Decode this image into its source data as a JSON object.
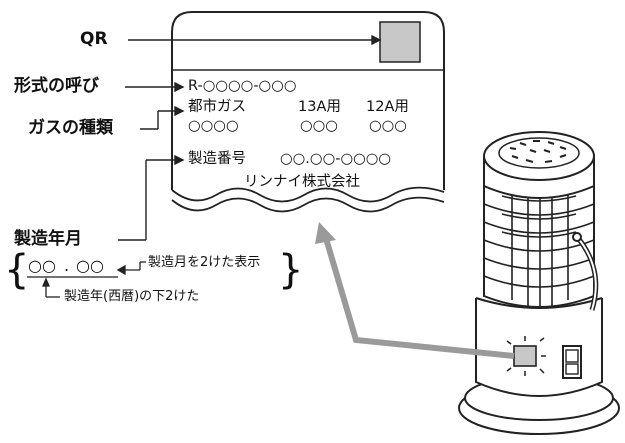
{
  "callouts": {
    "qr": "QR",
    "model_name": "形式の呼び",
    "gas_type": "ガスの種類",
    "manufacture_date": "製造年月"
  },
  "plate": {
    "model_code": "R-○○○○-○○○",
    "gas_header": "都市ガス",
    "gas_13a": "13A用",
    "gas_12a": "12A用",
    "gas_code_1": "○○○○",
    "gas_code_2": "○○○",
    "gas_code_3": "○○○",
    "serial_label": "製造番号",
    "serial_value": "○○.○○-○○○○",
    "company": "リンナイ株式会社"
  },
  "date_legend": {
    "open_brace": "{",
    "close_brace": "}",
    "year_digits": "○○",
    "dot": ".",
    "month_digits": "○○",
    "month_note": "製造月を2けた表示",
    "year_note": "製造年(西暦)の下2けた"
  }
}
